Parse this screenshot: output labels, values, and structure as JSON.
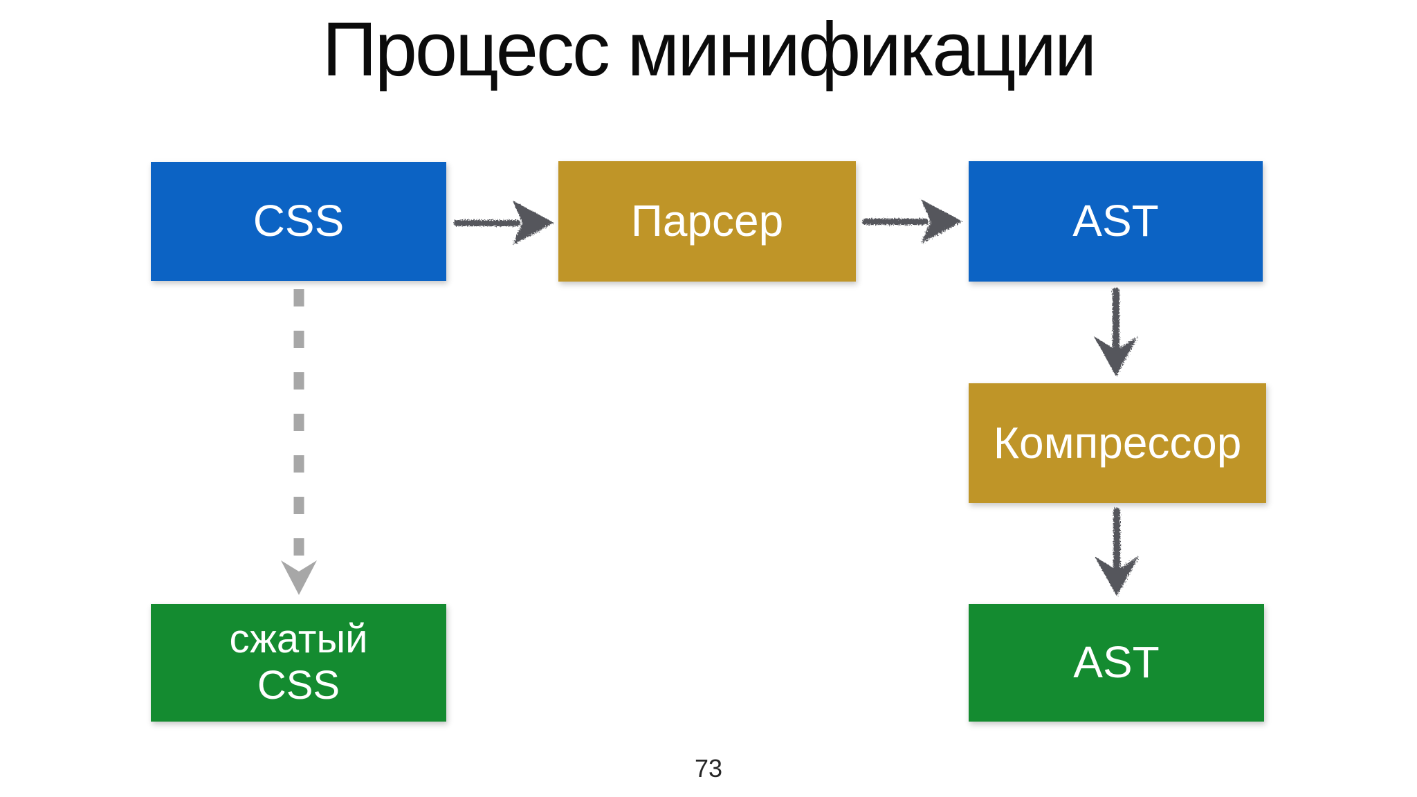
{
  "slide": {
    "title": "Процесс минификации",
    "page_number": "73"
  },
  "boxes": {
    "css": {
      "label": "CSS",
      "color": "#0c63c4"
    },
    "parser": {
      "label": "Парсер",
      "color": "#bf9528"
    },
    "ast_top": {
      "label": "AST",
      "color": "#0c63c4"
    },
    "compressor": {
      "label": "Компрессор",
      "color": "#bf9528"
    },
    "ast_bottom": {
      "label": "AST",
      "color": "#148b30"
    },
    "compressed_css": {
      "line1": "сжатый",
      "line2": "CSS",
      "color": "#148b30"
    }
  },
  "edges": [
    {
      "from": "CSS",
      "to": "Парсер",
      "style": "solid-sketch-arrow",
      "direction": "right"
    },
    {
      "from": "Парсер",
      "to": "AST",
      "style": "solid-sketch-arrow",
      "direction": "right"
    },
    {
      "from": "AST",
      "to": "Компрессор",
      "style": "solid-sketch-arrow",
      "direction": "down"
    },
    {
      "from": "Компрессор",
      "to": "AST",
      "style": "solid-sketch-arrow",
      "direction": "down"
    },
    {
      "from": "CSS",
      "to": "сжатый CSS",
      "style": "dashed-arrow",
      "direction": "down"
    }
  ],
  "colors": {
    "background": "#ffffff",
    "title_text": "#0b0b0b",
    "box_text": "#ffffff",
    "sketch_arrow": "#54575c",
    "dashed_arrow": "#a7a7a7",
    "page_number_text": "#262626"
  }
}
